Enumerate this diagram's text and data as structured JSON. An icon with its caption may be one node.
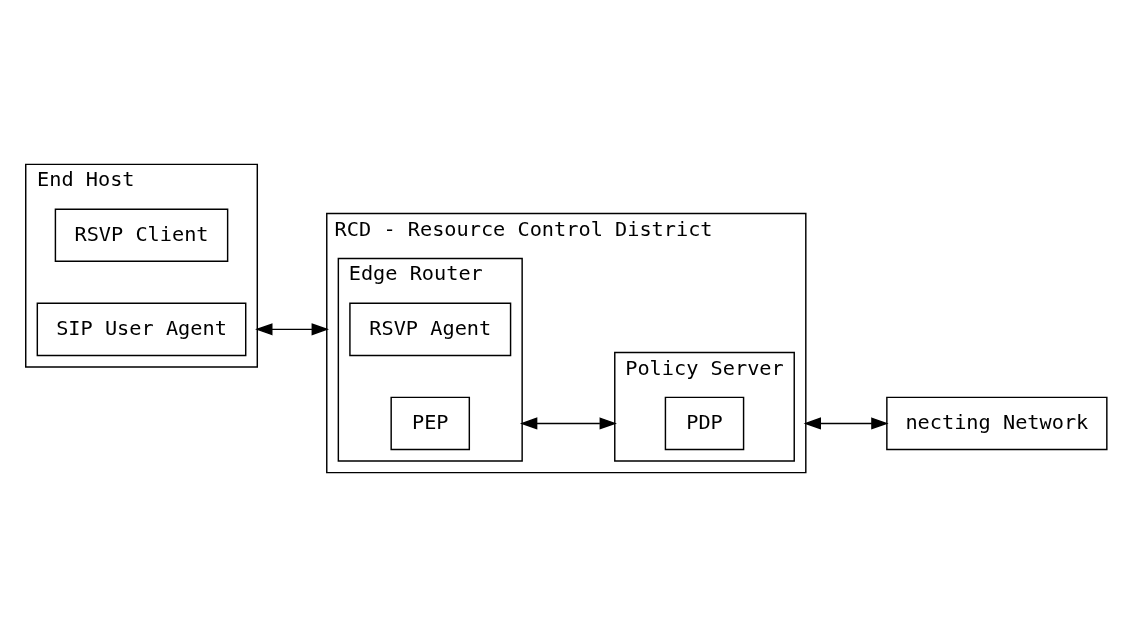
{
  "diagram": {
    "nodes": [
      {
        "text": [
          "End Host"
        ]
      },
      {
        "text": [
          "RSVP Client"
        ],
        "in": 0
      },
      {
        "text": [
          "SIP User Agent"
        ],
        "in": 0
      },
      {
        "text": [
          "RCD - Resource Control District"
        ]
      },
      {
        "text": [
          "Edge Router"
        ],
        "in": 3
      },
      {
        "text": [
          "RSVP Agent"
        ],
        "in": 4
      },
      {
        "text": [
          "PEP"
        ],
        "in": 4
      },
      {
        "text": [
          "Policy Server"
        ],
        "in": 3
      },
      {
        "text": [
          "PDP"
        ],
        "in": 7
      },
      {
        "text": [
          "necting Network"
        ]
      }
    ],
    "edges": [
      {
        "from": 0,
        "to": 3,
        "arrow": "both"
      },
      {
        "from": 4,
        "to": 7,
        "arrow": "both"
      },
      {
        "from": 3,
        "to": 9,
        "arrow": "both"
      }
    ]
  }
}
